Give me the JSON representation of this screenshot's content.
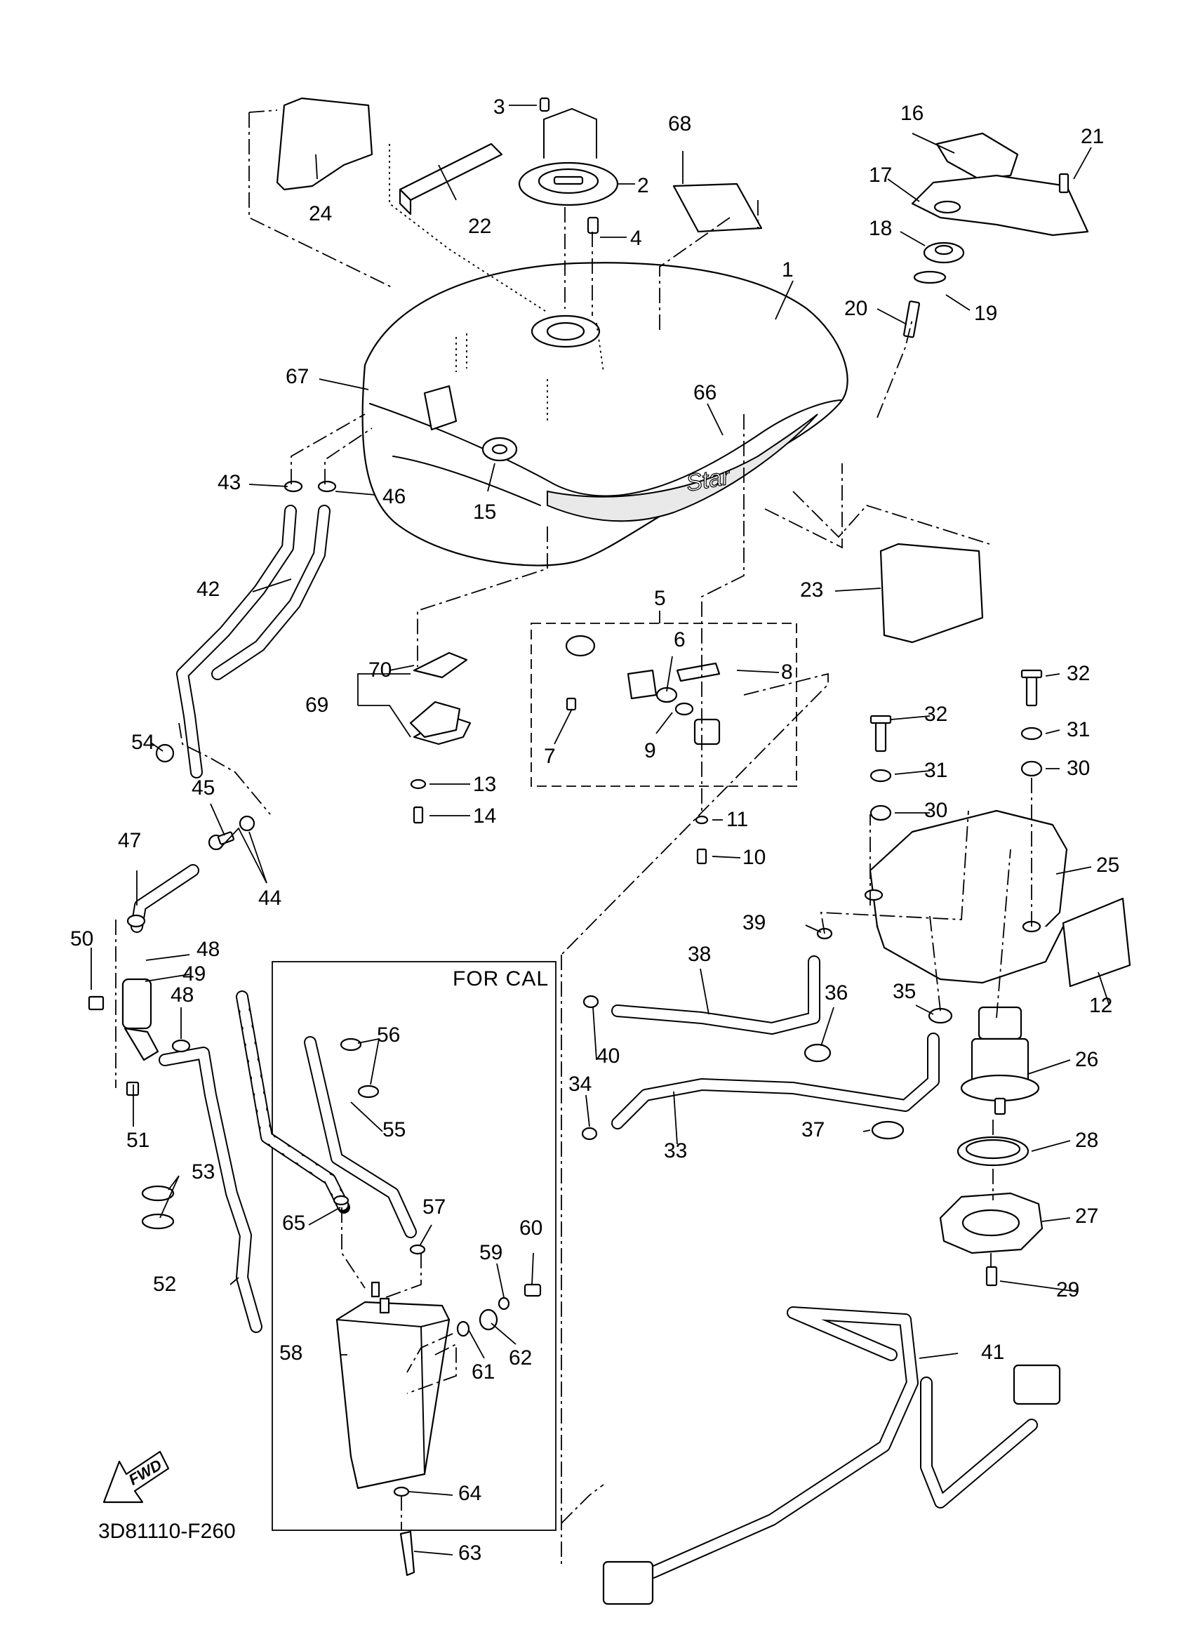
{
  "diagram": {
    "box_title": "FOR CAL",
    "drawing_code": "3D81110-F260",
    "fwd_label": "FWD",
    "tank_badge": "Star",
    "labels": [
      {
        "id": "1",
        "text": "1"
      },
      {
        "id": "2",
        "text": "2"
      },
      {
        "id": "3",
        "text": "3"
      },
      {
        "id": "4",
        "text": "4"
      },
      {
        "id": "5",
        "text": "5"
      },
      {
        "id": "6",
        "text": "6"
      },
      {
        "id": "7",
        "text": "7"
      },
      {
        "id": "8",
        "text": "8"
      },
      {
        "id": "9",
        "text": "9"
      },
      {
        "id": "10",
        "text": "10"
      },
      {
        "id": "11",
        "text": "11"
      },
      {
        "id": "12",
        "text": "12"
      },
      {
        "id": "13",
        "text": "13"
      },
      {
        "id": "14",
        "text": "14"
      },
      {
        "id": "15",
        "text": "15"
      },
      {
        "id": "16",
        "text": "16"
      },
      {
        "id": "17",
        "text": "17"
      },
      {
        "id": "18",
        "text": "18"
      },
      {
        "id": "19",
        "text": "19"
      },
      {
        "id": "20",
        "text": "20"
      },
      {
        "id": "21",
        "text": "21"
      },
      {
        "id": "22",
        "text": "22"
      },
      {
        "id": "23",
        "text": "23"
      },
      {
        "id": "24",
        "text": "24"
      },
      {
        "id": "25",
        "text": "25"
      },
      {
        "id": "26",
        "text": "26"
      },
      {
        "id": "27",
        "text": "27"
      },
      {
        "id": "28",
        "text": "28"
      },
      {
        "id": "29",
        "text": "29"
      },
      {
        "id": "30a",
        "text": "30"
      },
      {
        "id": "30b",
        "text": "30"
      },
      {
        "id": "31a",
        "text": "31"
      },
      {
        "id": "31b",
        "text": "31"
      },
      {
        "id": "32a",
        "text": "32"
      },
      {
        "id": "32b",
        "text": "32"
      },
      {
        "id": "33",
        "text": "33"
      },
      {
        "id": "34",
        "text": "34"
      },
      {
        "id": "35",
        "text": "35"
      },
      {
        "id": "36",
        "text": "36"
      },
      {
        "id": "37",
        "text": "37"
      },
      {
        "id": "38",
        "text": "38"
      },
      {
        "id": "39",
        "text": "39"
      },
      {
        "id": "40",
        "text": "40"
      },
      {
        "id": "41",
        "text": "41"
      },
      {
        "id": "42",
        "text": "42"
      },
      {
        "id": "43",
        "text": "43"
      },
      {
        "id": "44",
        "text": "44"
      },
      {
        "id": "45",
        "text": "45"
      },
      {
        "id": "46",
        "text": "46"
      },
      {
        "id": "47",
        "text": "47"
      },
      {
        "id": "48a",
        "text": "48"
      },
      {
        "id": "48b",
        "text": "48"
      },
      {
        "id": "49",
        "text": "49"
      },
      {
        "id": "50",
        "text": "50"
      },
      {
        "id": "51",
        "text": "51"
      },
      {
        "id": "52",
        "text": "52"
      },
      {
        "id": "53",
        "text": "53"
      },
      {
        "id": "54",
        "text": "54"
      },
      {
        "id": "55",
        "text": "55"
      },
      {
        "id": "56",
        "text": "56"
      },
      {
        "id": "57",
        "text": "57"
      },
      {
        "id": "58",
        "text": "58"
      },
      {
        "id": "59",
        "text": "59"
      },
      {
        "id": "60",
        "text": "60"
      },
      {
        "id": "61",
        "text": "61"
      },
      {
        "id": "62",
        "text": "62"
      },
      {
        "id": "63",
        "text": "63"
      },
      {
        "id": "64",
        "text": "64"
      },
      {
        "id": "65",
        "text": "65"
      },
      {
        "id": "66",
        "text": "66"
      },
      {
        "id": "67",
        "text": "67"
      },
      {
        "id": "68",
        "text": "68"
      },
      {
        "id": "69",
        "text": "69"
      },
      {
        "id": "70",
        "text": "70"
      }
    ]
  }
}
